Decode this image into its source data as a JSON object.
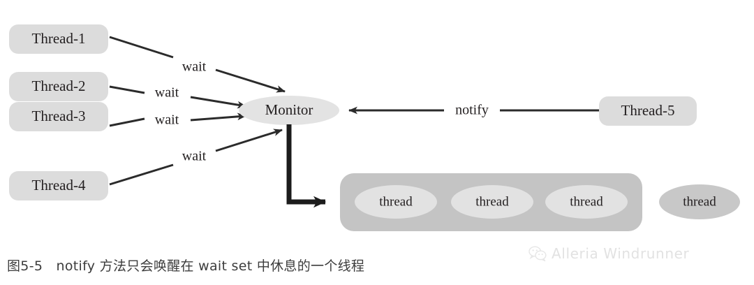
{
  "diagram": {
    "title_caption": "图5-5　notify 方法只会唤醒在 wait set 中休息的一个线程",
    "colors": {
      "background": "#ffffff",
      "thread_box_fill": "#dcdcdc",
      "monitor_fill": "#e3e3e3",
      "waitset_fill": "#c4c4c4",
      "waitset_thread_fill": "#e2e2e2",
      "free_thread_fill": "#c8c8c8",
      "line": "#2b2b2b",
      "text": "#231f20",
      "caption_text": "#3c3c3c",
      "watermark": "#e2e2e2"
    },
    "threads": [
      {
        "label": "Thread-1"
      },
      {
        "label": "Thread-2"
      },
      {
        "label": "Thread-3"
      },
      {
        "label": "Thread-4"
      }
    ],
    "monitor": {
      "label": "Monitor"
    },
    "notifier": {
      "label": "Thread-5"
    },
    "edge_labels": {
      "wait_1": "wait",
      "wait_2": "wait",
      "wait_3": "wait",
      "wait_4": "wait",
      "notify": "notify"
    },
    "wait_set": {
      "threads": [
        {
          "label": "thread"
        },
        {
          "label": "thread"
        },
        {
          "label": "thread"
        }
      ]
    },
    "free_thread": {
      "label": "thread"
    }
  },
  "watermark": {
    "icon": "wechat-icon",
    "text": "Alleria Windrunner"
  }
}
